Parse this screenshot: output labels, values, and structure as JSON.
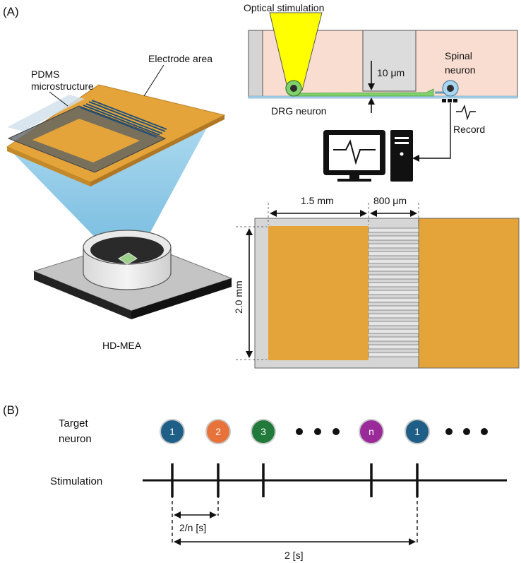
{
  "panel_a": {
    "letter": "(A)",
    "mea": {
      "pdms_line1": "PDMS",
      "pdms_line2": "microstructure",
      "electrode_area": "Electrode area",
      "hd_mea": "HD-MEA"
    },
    "setup": {
      "optical_stimulation": "Optical stimulation",
      "spinal_line1": "Spinal",
      "spinal_line2": "neuron",
      "gap": "10 μm",
      "drg": "DRG neuron",
      "record": "Record"
    },
    "layout": {
      "width_a": "1.5 mm",
      "width_b": "800 μm",
      "height": "2.0 mm"
    }
  },
  "panel_b": {
    "letter": "(B)",
    "target_line1": "Target",
    "target_line2": "neuron",
    "stimulation": "Stimulation",
    "neurons": [
      {
        "label": "1",
        "color": "#1f5f87"
      },
      {
        "label": "2",
        "color": "#e8733a"
      },
      {
        "label": "3",
        "color": "#217a3a"
      },
      {
        "label": "n",
        "color": "#9a2a9a"
      },
      {
        "label": "1",
        "color": "#1f5f87"
      }
    ],
    "interval_short": "2/n [s]",
    "interval_long": "2 [s]"
  },
  "colors": {
    "gold": "#e5a43a",
    "pink": "#f8ddd0",
    "grey": "#d4d4d4",
    "yellow": "#ffff00",
    "green": "#7fd16b",
    "light_blue": "#a9d6f0"
  }
}
